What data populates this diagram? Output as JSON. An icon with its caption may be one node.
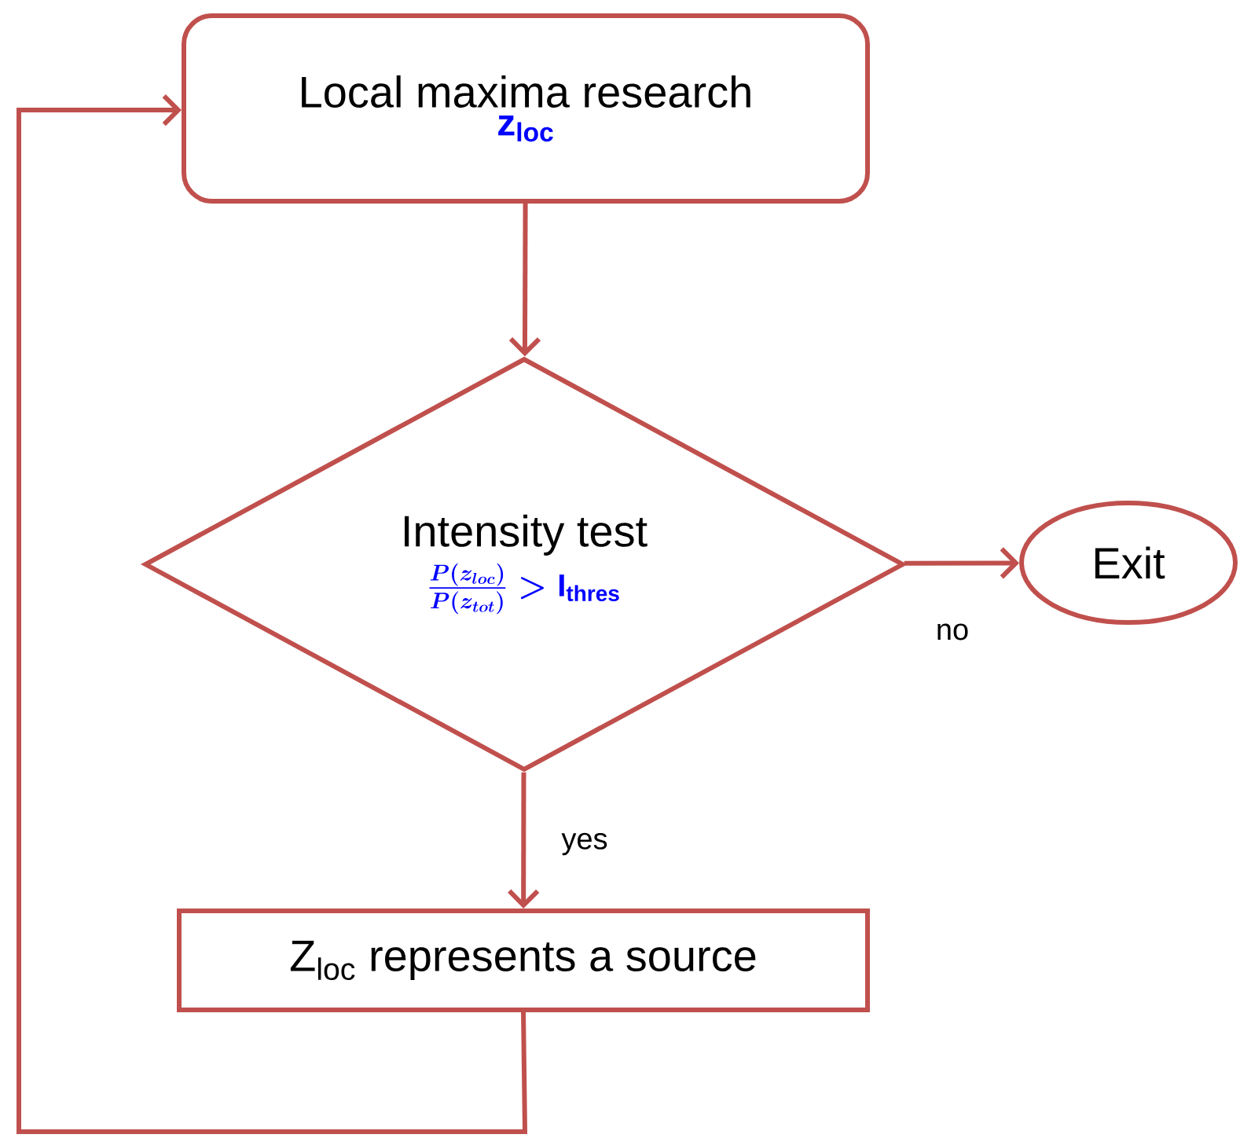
{
  "diagram": {
    "nodes": [
      {
        "text": [
          "Local maxima research",
          "z$_{loc}$"
        ]
      },
      {
        "text": [
          "Intensity test",
          "\\frac{P(z_{loc})}{P(z_{tot})}>\\mathrm{I}_{\\mathrm{thres}}"
        ]
      },
      {
        "text": [
          "Exit"
        ]
      },
      {
        "text": [
          "Z$_{loc}$ represents a source"
        ]
      }
    ],
    "edges": [
      {
        "from": 0,
        "to": 1,
        "arrow": "to"
      },
      {
        "from": 1,
        "to": 2,
        "arrow": "to",
        "label": "no"
      },
      {
        "from": 1,
        "to": 3,
        "arrow": "to",
        "label": "yes"
      },
      {
        "from": 3,
        "to": 0,
        "arrow": "to"
      }
    ]
  }
}
